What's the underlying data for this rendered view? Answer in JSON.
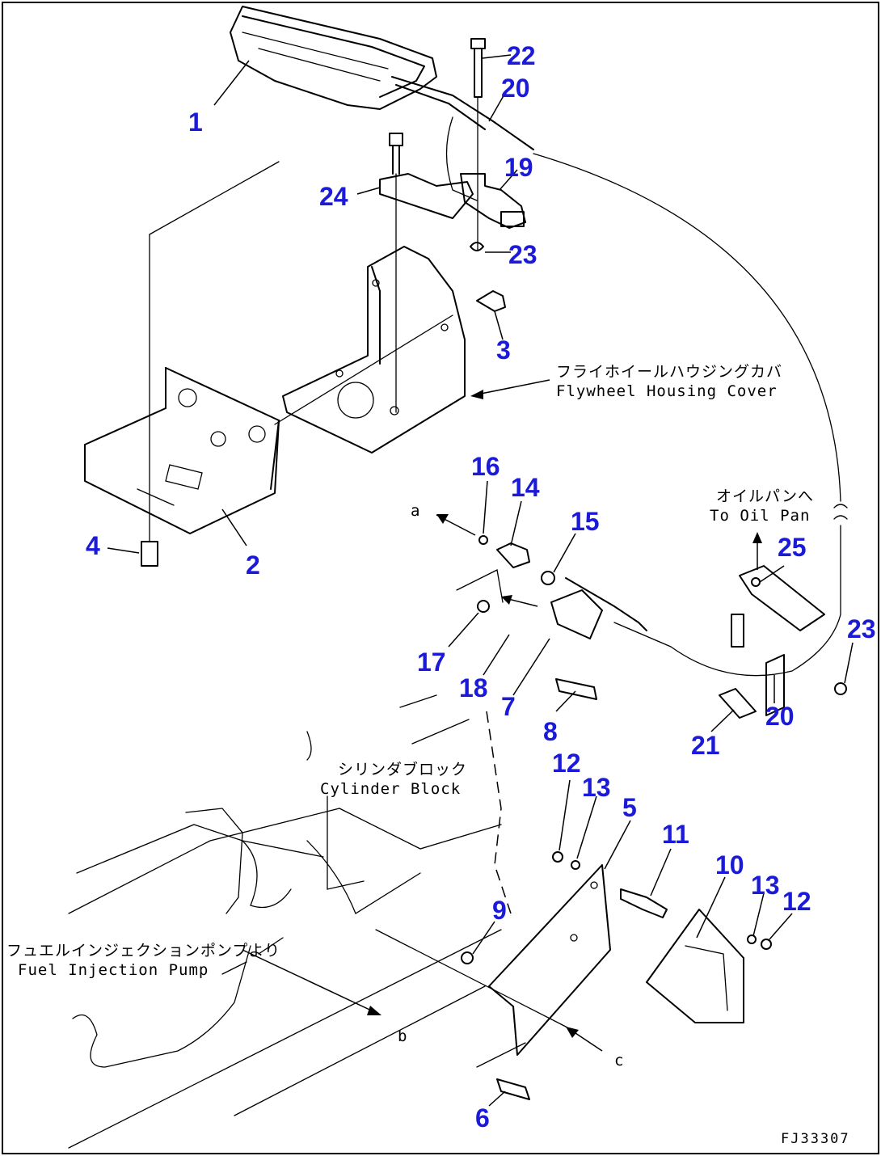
{
  "drawing_id": "FJ33307",
  "callouts": {
    "c1": "1",
    "c2": "2",
    "c3": "3",
    "c4": "4",
    "c5": "5",
    "c6": "6",
    "c7": "7",
    "c8": "8",
    "c9": "9",
    "c10": "10",
    "c11": "11",
    "c12a": "12",
    "c12b": "12",
    "c13a": "13",
    "c13b": "13",
    "c14": "14",
    "c15": "15",
    "c16": "16",
    "c17": "17",
    "c18": "18",
    "c19": "19",
    "c20a": "20",
    "c20b": "20",
    "c21": "21",
    "c22": "22",
    "c23a": "23",
    "c23b": "23",
    "c24": "24",
    "c25": "25"
  },
  "notes": {
    "flywheel_jp": "フライホイールハウジングカバ",
    "flywheel_en": "Flywheel Housing Cover",
    "oilpan_jp": "オイルパンへ",
    "oilpan_en": "To Oil Pan",
    "cylinder_jp": "シリンダブロック",
    "cylinder_en": "Cylinder Block",
    "fuelpump_jp": "フュエルインジェクションポンプより",
    "fuelpump_en": "Fuel Injection Pump"
  },
  "connection_marks": {
    "a": "a",
    "b": "b",
    "c": "c"
  },
  "colors": {
    "callout": "#1a1ad8",
    "line": "#000000",
    "background": "#ffffff"
  }
}
